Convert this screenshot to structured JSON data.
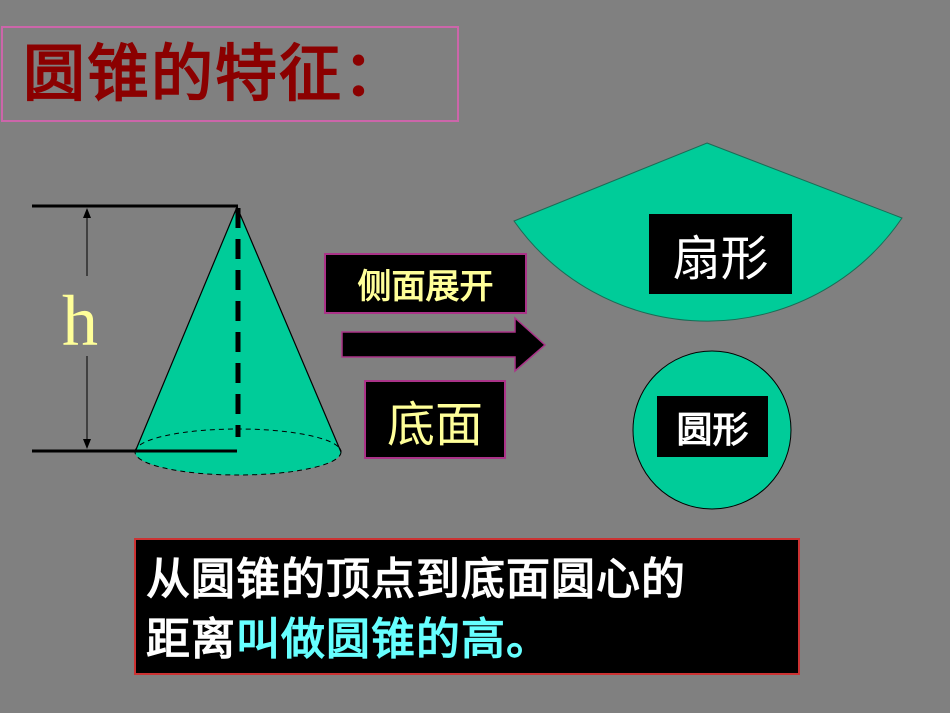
{
  "slide": {
    "title": "圆锥的特征：",
    "background_color": "#808080",
    "accent_fill_color": "#00cc99"
  },
  "cone_figure": {
    "height_label": "h"
  },
  "arrow_labels": {
    "unfold_lateral": "侧面展开",
    "base": "底面"
  },
  "shapes": {
    "sector_label": "扇形",
    "circle_label": "圆形"
  },
  "definition": {
    "line1": "从圆锥的顶点到底面圆心的",
    "line2_prefix": "距离",
    "line2_highlight": "叫做圆锥的高。"
  }
}
